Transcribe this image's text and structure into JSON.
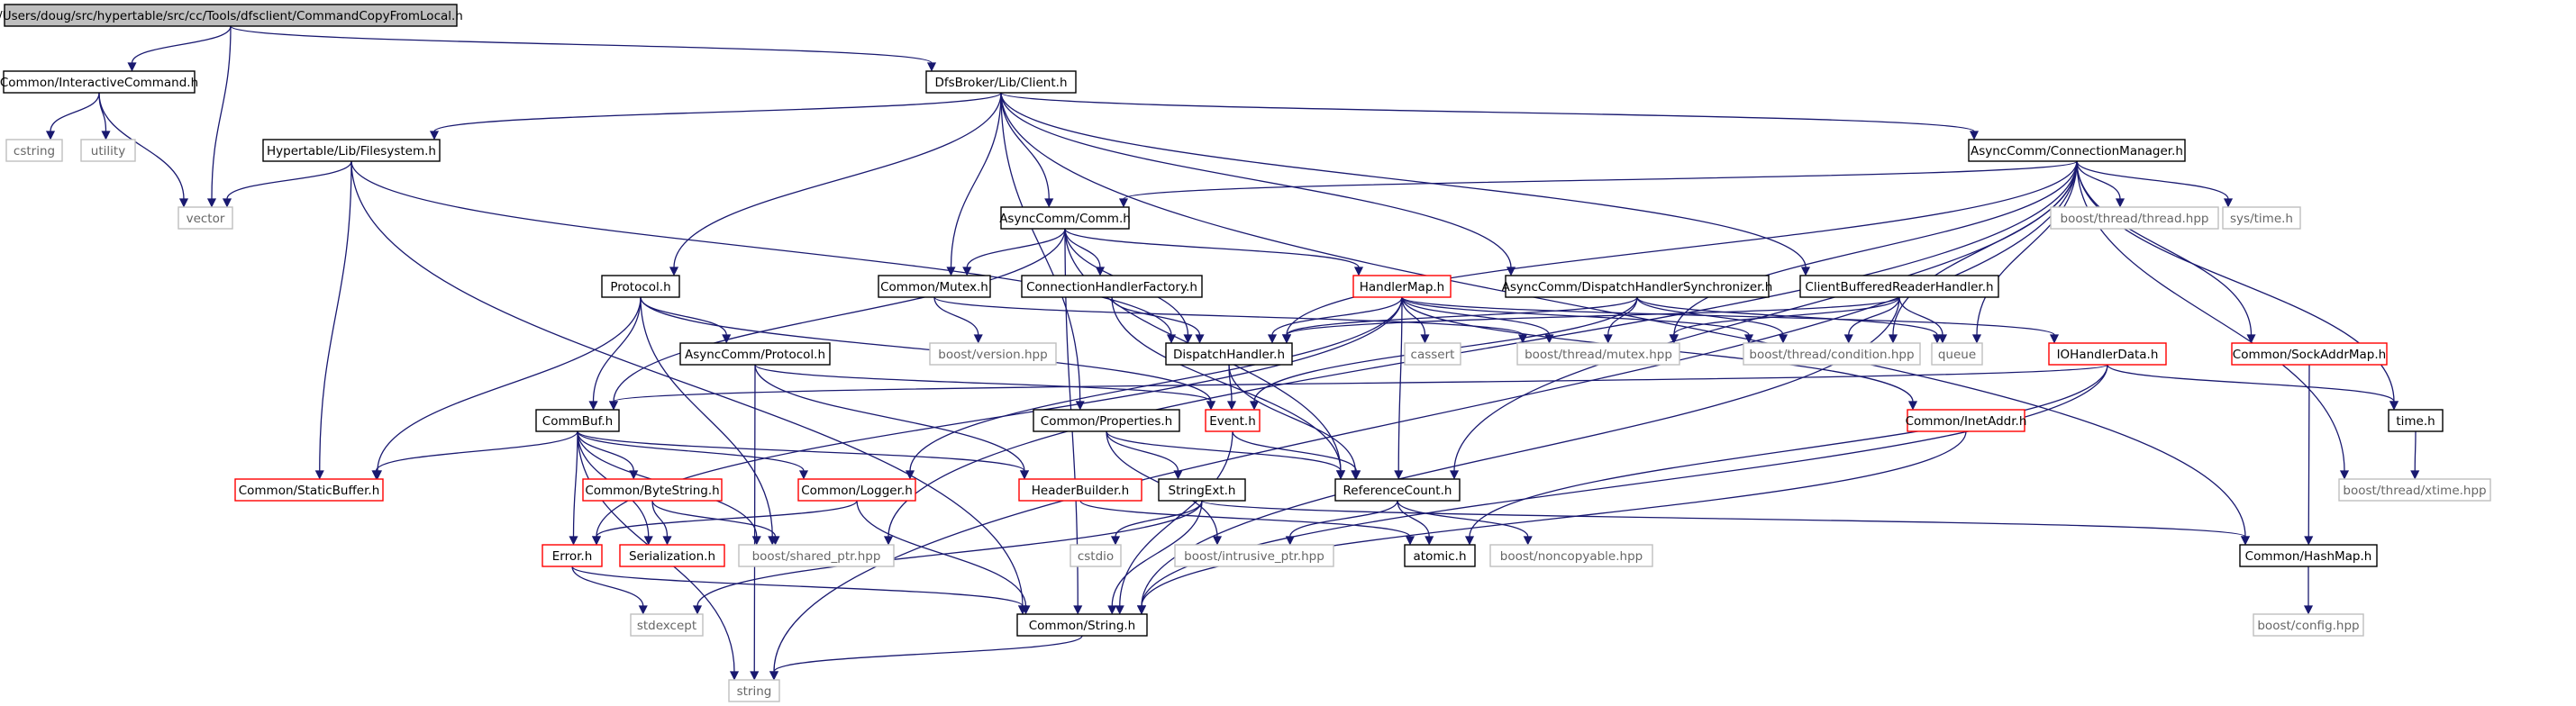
{
  "colors": {
    "edge": "#191970",
    "root_fill": "#bfbfbf",
    "root_border": "#000000",
    "normal_border": "#000000",
    "truncated_border": "#ff0000",
    "system_border": "#bfbfbf",
    "normal_text": "#000000",
    "system_text": "#666666"
  },
  "nodes": [
    {
      "id": "root",
      "label": "/Users/doug/src/hypertable/src/cc/Tools/dfsclient/CommandCopyFromLocal.h",
      "kind": "root"
    },
    {
      "id": "interactive",
      "label": "Common/InteractiveCommand.h",
      "kind": "normal"
    },
    {
      "id": "dfsclient",
      "label": "DfsBroker/Lib/Client.h",
      "kind": "normal"
    },
    {
      "id": "cstring",
      "label": "cstring",
      "kind": "system"
    },
    {
      "id": "utility",
      "label": "utility",
      "kind": "system"
    },
    {
      "id": "vector",
      "label": "vector",
      "kind": "system"
    },
    {
      "id": "filesystem",
      "label": "Hypertable/Lib/Filesystem.h",
      "kind": "normal"
    },
    {
      "id": "connmgr",
      "label": "AsyncComm/ConnectionManager.h",
      "kind": "normal"
    },
    {
      "id": "comm",
      "label": "AsyncComm/Comm.h",
      "kind": "normal"
    },
    {
      "id": "threadhpp",
      "label": "boost/thread/thread.hpp",
      "kind": "system"
    },
    {
      "id": "systime",
      "label": "sys/time.h",
      "kind": "system"
    },
    {
      "id": "protocol",
      "label": "Protocol.h",
      "kind": "normal"
    },
    {
      "id": "mutex",
      "label": "Common/Mutex.h",
      "kind": "normal"
    },
    {
      "id": "chfactory",
      "label": "ConnectionHandlerFactory.h",
      "kind": "normal"
    },
    {
      "id": "handlermap",
      "label": "HandlerMap.h",
      "kind": "truncated"
    },
    {
      "id": "dhsync",
      "label": "AsyncComm/DispatchHandlerSynchronizer.h",
      "kind": "normal"
    },
    {
      "id": "cbrh",
      "label": "ClientBufferedReaderHandler.h",
      "kind": "normal"
    },
    {
      "id": "acprotocol",
      "label": "AsyncComm/Protocol.h",
      "kind": "normal"
    },
    {
      "id": "boostversion",
      "label": "boost/version.hpp",
      "kind": "system"
    },
    {
      "id": "dispatch",
      "label": "DispatchHandler.h",
      "kind": "normal"
    },
    {
      "id": "cassert",
      "label": "cassert",
      "kind": "system"
    },
    {
      "id": "mutexhpp",
      "label": "boost/thread/mutex.hpp",
      "kind": "system"
    },
    {
      "id": "condition",
      "label": "boost/thread/condition.hpp",
      "kind": "system"
    },
    {
      "id": "queue",
      "label": "queue",
      "kind": "system"
    },
    {
      "id": "iohandlerdata",
      "label": "IOHandlerData.h",
      "kind": "truncated"
    },
    {
      "id": "sockaddrmap",
      "label": "Common/SockAddrMap.h",
      "kind": "truncated"
    },
    {
      "id": "commbuf",
      "label": "CommBuf.h",
      "kind": "normal"
    },
    {
      "id": "properties",
      "label": "Common/Properties.h",
      "kind": "normal"
    },
    {
      "id": "event",
      "label": "Event.h",
      "kind": "truncated"
    },
    {
      "id": "inetaddr",
      "label": "Common/InetAddr.h",
      "kind": "truncated"
    },
    {
      "id": "timeh",
      "label": "time.h",
      "kind": "normal"
    },
    {
      "id": "staticbuffer",
      "label": "Common/StaticBuffer.h",
      "kind": "truncated"
    },
    {
      "id": "bytestring",
      "label": "Common/ByteString.h",
      "kind": "truncated"
    },
    {
      "id": "logger",
      "label": "Common/Logger.h",
      "kind": "truncated"
    },
    {
      "id": "headerbuilder",
      "label": "HeaderBuilder.h",
      "kind": "truncated"
    },
    {
      "id": "stringext",
      "label": "StringExt.h",
      "kind": "normal"
    },
    {
      "id": "refcount",
      "label": "ReferenceCount.h",
      "kind": "normal"
    },
    {
      "id": "xtime",
      "label": "boost/thread/xtime.hpp",
      "kind": "system"
    },
    {
      "id": "error",
      "label": "Error.h",
      "kind": "truncated"
    },
    {
      "id": "serialization",
      "label": "Serialization.h",
      "kind": "truncated"
    },
    {
      "id": "sharedptr",
      "label": "boost/shared_ptr.hpp",
      "kind": "system"
    },
    {
      "id": "cstdio",
      "label": "cstdio",
      "kind": "system"
    },
    {
      "id": "intrusive",
      "label": "boost/intrusive_ptr.hpp",
      "kind": "system"
    },
    {
      "id": "atomic",
      "label": "atomic.h",
      "kind": "normal"
    },
    {
      "id": "noncopyable",
      "label": "boost/noncopyable.hpp",
      "kind": "system"
    },
    {
      "id": "hashmap",
      "label": "Common/HashMap.h",
      "kind": "normal"
    },
    {
      "id": "stdexcept",
      "label": "stdexcept",
      "kind": "system"
    },
    {
      "id": "commonstring",
      "label": "Common/String.h",
      "kind": "normal"
    },
    {
      "id": "boostconfig",
      "label": "boost/config.hpp",
      "kind": "system"
    },
    {
      "id": "string",
      "label": "string",
      "kind": "system"
    }
  ],
  "edges": [
    [
      "root",
      "interactive"
    ],
    [
      "root",
      "vector"
    ],
    [
      "root",
      "dfsclient"
    ],
    [
      "interactive",
      "cstring"
    ],
    [
      "interactive",
      "utility"
    ],
    [
      "interactive",
      "vector"
    ],
    [
      "dfsclient",
      "filesystem"
    ],
    [
      "dfsclient",
      "connmgr"
    ],
    [
      "dfsclient",
      "comm"
    ],
    [
      "dfsclient",
      "protocol"
    ],
    [
      "dfsclient",
      "mutex"
    ],
    [
      "dfsclient",
      "dhsync"
    ],
    [
      "dfsclient",
      "cbrh"
    ],
    [
      "dfsclient",
      "properties"
    ],
    [
      "dfsclient",
      "hashmap"
    ],
    [
      "filesystem",
      "vector"
    ],
    [
      "filesystem",
      "staticbuffer"
    ],
    [
      "filesystem",
      "dispatch"
    ],
    [
      "filesystem",
      "commonstring"
    ],
    [
      "connmgr",
      "comm"
    ],
    [
      "connmgr",
      "threadhpp"
    ],
    [
      "connmgr",
      "systime"
    ],
    [
      "connmgr",
      "mutexhpp"
    ],
    [
      "connmgr",
      "condition"
    ],
    [
      "connmgr",
      "queue"
    ],
    [
      "connmgr",
      "sockaddrmap"
    ],
    [
      "connmgr",
      "timeh"
    ],
    [
      "connmgr",
      "xtime"
    ],
    [
      "connmgr",
      "dispatch"
    ],
    [
      "connmgr",
      "refcount"
    ],
    [
      "connmgr",
      "string"
    ],
    [
      "connmgr",
      "sharedptr"
    ],
    [
      "comm",
      "mutex"
    ],
    [
      "comm",
      "chfactory"
    ],
    [
      "comm",
      "handlermap"
    ],
    [
      "comm",
      "dispatch"
    ],
    [
      "comm",
      "commbuf"
    ],
    [
      "comm",
      "refcount"
    ],
    [
      "comm",
      "commonstring"
    ],
    [
      "protocol",
      "acprotocol"
    ],
    [
      "protocol",
      "commbuf"
    ],
    [
      "protocol",
      "staticbuffer"
    ],
    [
      "protocol",
      "event"
    ],
    [
      "protocol",
      "sharedptr"
    ],
    [
      "mutex",
      "boostversion"
    ],
    [
      "mutex",
      "mutexhpp"
    ],
    [
      "chfactory",
      "dispatch"
    ],
    [
      "chfactory",
      "refcount"
    ],
    [
      "handlermap",
      "cassert"
    ],
    [
      "handlermap",
      "mutexhpp"
    ],
    [
      "handlermap",
      "condition"
    ],
    [
      "handlermap",
      "iohandlerdata"
    ],
    [
      "handlermap",
      "dispatch"
    ],
    [
      "handlermap",
      "refcount"
    ],
    [
      "handlermap",
      "error"
    ],
    [
      "handlermap",
      "inetaddr"
    ],
    [
      "handlermap",
      "logger"
    ],
    [
      "dhsync",
      "mutexhpp"
    ],
    [
      "dhsync",
      "condition"
    ],
    [
      "dhsync",
      "queue"
    ],
    [
      "dhsync",
      "dispatch"
    ],
    [
      "dhsync",
      "event"
    ],
    [
      "cbrh",
      "mutexhpp"
    ],
    [
      "cbrh",
      "condition"
    ],
    [
      "cbrh",
      "queue"
    ],
    [
      "cbrh",
      "dispatch"
    ],
    [
      "cbrh",
      "commonstring"
    ],
    [
      "acprotocol",
      "event"
    ],
    [
      "acprotocol",
      "headerbuilder"
    ],
    [
      "acprotocol",
      "string"
    ],
    [
      "dispatch",
      "event"
    ],
    [
      "dispatch",
      "refcount"
    ],
    [
      "iohandlerdata",
      "commbuf"
    ],
    [
      "iohandlerdata",
      "timeh"
    ],
    [
      "iohandlerdata",
      "atomic"
    ],
    [
      "iohandlerdata",
      "commonstring"
    ],
    [
      "sockaddrmap",
      "hashmap"
    ],
    [
      "commbuf",
      "staticbuffer"
    ],
    [
      "commbuf",
      "bytestring"
    ],
    [
      "commbuf",
      "logger"
    ],
    [
      "commbuf",
      "headerbuilder"
    ],
    [
      "commbuf",
      "serialization"
    ],
    [
      "commbuf",
      "sharedptr"
    ],
    [
      "commbuf",
      "error"
    ],
    [
      "commbuf",
      "string"
    ],
    [
      "properties",
      "stringext"
    ],
    [
      "properties",
      "refcount"
    ],
    [
      "properties",
      "intrusive"
    ],
    [
      "event",
      "refcount"
    ],
    [
      "event",
      "commonstring"
    ],
    [
      "inetaddr",
      "commonstring"
    ],
    [
      "timeh",
      "xtime"
    ],
    [
      "bytestring",
      "serialization"
    ],
    [
      "bytestring",
      "sharedptr"
    ],
    [
      "logger",
      "error"
    ],
    [
      "logger",
      "commonstring"
    ],
    [
      "headerbuilder",
      "atomic"
    ],
    [
      "stringext",
      "cstdio"
    ],
    [
      "stringext",
      "commonstring"
    ],
    [
      "stringext",
      "stdexcept"
    ],
    [
      "stringext",
      "hashmap"
    ],
    [
      "refcount",
      "intrusive"
    ],
    [
      "refcount",
      "atomic"
    ],
    [
      "refcount",
      "noncopyable"
    ],
    [
      "error",
      "stdexcept"
    ],
    [
      "error",
      "commonstring"
    ],
    [
      "hashmap",
      "boostconfig"
    ],
    [
      "commonstring",
      "string"
    ]
  ]
}
